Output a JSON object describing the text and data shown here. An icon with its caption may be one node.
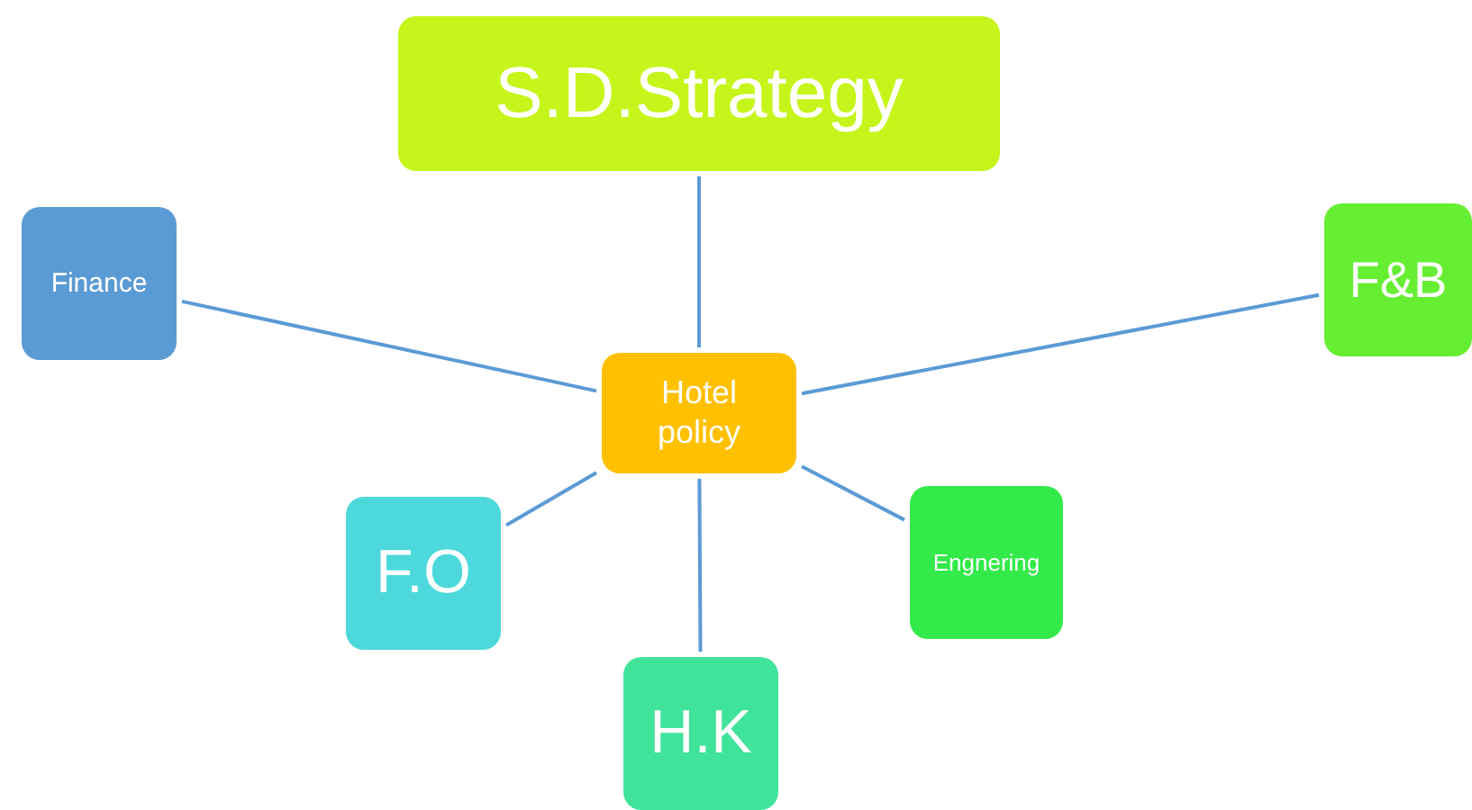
{
  "diagram": {
    "nodes": [
      {
        "text": [
          "Hotel policy"
        ]
      },
      {
        "text": [
          "S.D.Strategy"
        ]
      },
      {
        "text": [
          "Finance"
        ]
      },
      {
        "text": [
          "F&B"
        ]
      },
      {
        "text": [
          "F.O"
        ]
      },
      {
        "text": [
          "H.K"
        ]
      },
      {
        "text": [
          "Engnering"
        ]
      }
    ],
    "edges": [
      {
        "from": 0,
        "to": 1,
        "arrow": "none"
      },
      {
        "from": 0,
        "to": 2,
        "arrow": "none"
      },
      {
        "from": 0,
        "to": 3,
        "arrow": "none"
      },
      {
        "from": 0,
        "to": 4,
        "arrow": "none"
      },
      {
        "from": 0,
        "to": 5,
        "arrow": "none"
      },
      {
        "from": 0,
        "to": 6,
        "arrow": "none"
      }
    ]
  }
}
